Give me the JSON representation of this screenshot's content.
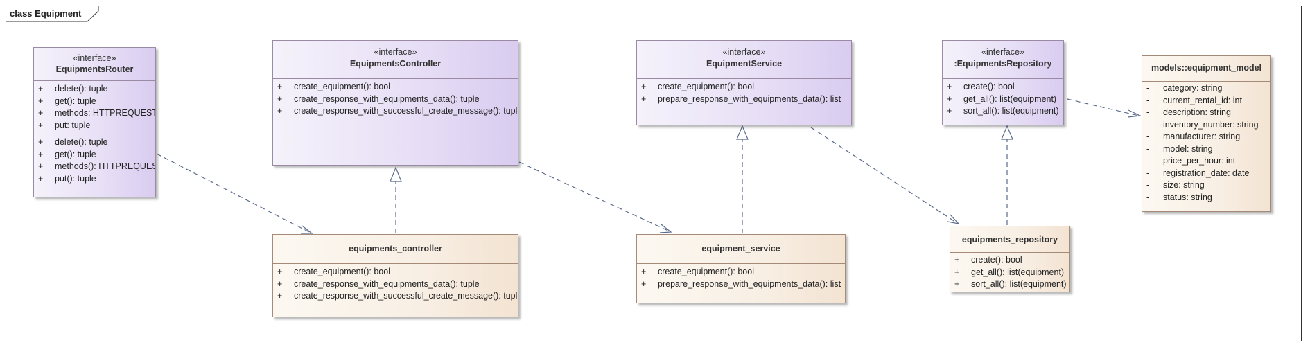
{
  "frame": {
    "title": "class Equipment"
  },
  "classes": {
    "equipments_router": {
      "stereotype": "«interface»",
      "name": "EquipmentsRouter",
      "attributes": [
        {
          "vis": "+",
          "text": "delete(): tuple"
        },
        {
          "vis": "+",
          "text": "get(): tuple"
        },
        {
          "vis": "+",
          "text": "methods: HTTPREQUEST"
        },
        {
          "vis": "+",
          "text": "put: tuple"
        }
      ],
      "methods": [
        {
          "vis": "+",
          "text": "delete(): tuple"
        },
        {
          "vis": "+",
          "text": "get(): tuple"
        },
        {
          "vis": "+",
          "text": "methods(): HTTPREQUEST"
        },
        {
          "vis": "+",
          "text": "put(): tuple"
        }
      ]
    },
    "equipments_controller_iface": {
      "stereotype": "«interface»",
      "name": "EquipmentsController",
      "methods": [
        {
          "vis": "+",
          "text": "create_equipment(): bool"
        },
        {
          "vis": "+",
          "text": "create_response_with_equipments_data(): tuple"
        },
        {
          "vis": "+",
          "text": "create_response_with_successful_create_message(): tuple"
        }
      ]
    },
    "equipment_service_iface": {
      "stereotype": "«interface»",
      "name": "EquipmentService",
      "methods": [
        {
          "vis": "+",
          "text": "create_equipment(): bool"
        },
        {
          "vis": "+",
          "text": "prepare_response_with_equipments_data(): list"
        }
      ]
    },
    "equipments_repository_iface": {
      "stereotype": "«interface»",
      "name": ":EquipmentsRepository",
      "methods": [
        {
          "vis": "+",
          "text": "create(): bool"
        },
        {
          "vis": "+",
          "text": "get_all(): list(equipment)"
        },
        {
          "vis": "+",
          "text": "sort_all(): list(equipment)"
        }
      ]
    },
    "equipment_model": {
      "name": "models::equipment_model",
      "attributes": [
        {
          "vis": "-",
          "text": "category: string"
        },
        {
          "vis": "-",
          "text": "current_rental_id: int"
        },
        {
          "vis": "-",
          "text": "description: string"
        },
        {
          "vis": "-",
          "text": "inventory_number: string"
        },
        {
          "vis": "-",
          "text": "manufacturer: string"
        },
        {
          "vis": "-",
          "text": "model: string"
        },
        {
          "vis": "-",
          "text": "price_per_hour: int"
        },
        {
          "vis": "-",
          "text": "registration_date: date"
        },
        {
          "vis": "-",
          "text": "size: string"
        },
        {
          "vis": "-",
          "text": "status: string"
        }
      ]
    },
    "equipments_controller": {
      "name": "equipments_controller",
      "methods": [
        {
          "vis": "+",
          "text": "create_equipment(): bool"
        },
        {
          "vis": "+",
          "text": "create_response_with_equipments_data(): tuple"
        },
        {
          "vis": "+",
          "text": "create_response_with_successful_create_message(): tuple"
        }
      ]
    },
    "equipment_service": {
      "name": "equipment_service",
      "methods": [
        {
          "vis": "+",
          "text": "create_equipment(): bool"
        },
        {
          "vis": "+",
          "text": "prepare_response_with_equipments_data(): list"
        }
      ]
    },
    "equipments_repository": {
      "name": "equipments_repository",
      "methods": [
        {
          "vis": "+",
          "text": "create(): bool"
        },
        {
          "vis": "+",
          "text": "get_all(): list(equipment)"
        },
        {
          "vis": "+",
          "text": "sort_all(): list(equipment)"
        }
      ]
    }
  },
  "relations": [
    {
      "type": "dependency",
      "from": "EquipmentsRouter",
      "to": "equipments_controller"
    },
    {
      "type": "dependency",
      "from": "EquipmentsController",
      "to": "equipment_service"
    },
    {
      "type": "dependency",
      "from": "EquipmentService",
      "to": "equipments_repository"
    },
    {
      "type": "dependency",
      "from": ":EquipmentsRepository",
      "to": "models::equipment_model"
    },
    {
      "type": "realization",
      "from": "equipments_controller",
      "to": "EquipmentsController"
    },
    {
      "type": "realization",
      "from": "equipment_service",
      "to": "EquipmentService"
    },
    {
      "type": "realization",
      "from": "equipments_repository",
      "to": ":EquipmentsRepository"
    }
  ],
  "colors": {
    "interface_fill": "#e8e0f6",
    "class_fill": "#f8efe4",
    "edge": "#5a6a8a"
  }
}
